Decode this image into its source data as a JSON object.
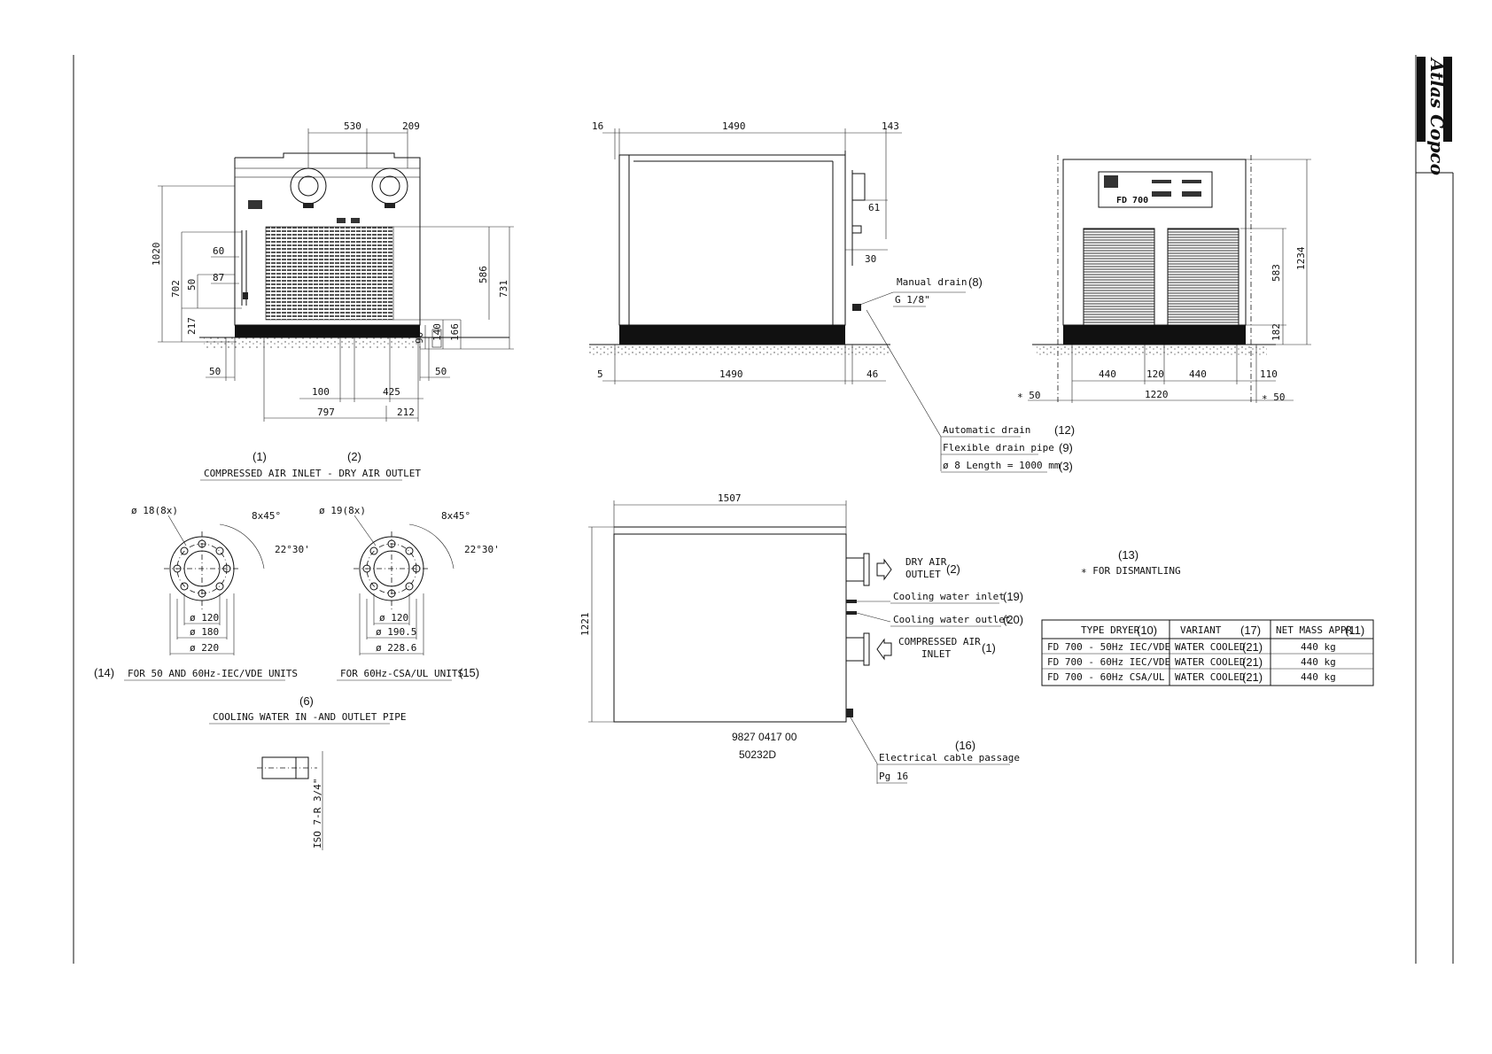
{
  "brand": {
    "logo_text": "Atlas Copco"
  },
  "front_view": {
    "dims": {
      "top_530": "530",
      "top_209": "209",
      "h_1020": "1020",
      "h_702": "702",
      "h_50": "50",
      "h_217": "217",
      "d_60": "60",
      "d_87": "87",
      "r_586": "586",
      "r_731": "731",
      "r_140": "140",
      "r_166": "166",
      "r_90": "90",
      "b_50l": "50",
      "b_50r": "50",
      "b_100": "100",
      "b_425": "425",
      "b_797": "797",
      "b_212": "212"
    },
    "labels": {
      "n1": "(1)",
      "n2": "(2)",
      "caption": "COMPRESSED AIR INLET - DRY AIR OUTLET"
    }
  },
  "side_view": {
    "dims": {
      "top_16": "16",
      "top_1490": "1490",
      "top_143": "143",
      "d_61": "61",
      "d_30": "30",
      "b_5": "5",
      "b_1490": "1490",
      "b_46": "46"
    },
    "manual_drain": {
      "label": "Manual drain",
      "num": "(8)",
      "thread": "G 1/8\""
    },
    "callouts": [
      {
        "text": "Automatic drain",
        "num": "(12)"
      },
      {
        "text": "Flexible drain pipe",
        "num": "(9)"
      },
      {
        "text": "ø 8 Length = 1000 mm",
        "num": "(3)"
      }
    ]
  },
  "right_view": {
    "panel_label": "FD 700",
    "dims": {
      "h_1234": "1234",
      "h_583": "583",
      "h_182": "182",
      "b_440a": "440",
      "b_120": "120",
      "b_440b": "440",
      "b_110": "110",
      "b_1220": "1220",
      "b_50l": "∗ 50",
      "b_50r": "∗ 50"
    }
  },
  "flanges": {
    "left": {
      "holes": "ø 18(8x)",
      "angle": "8x45°",
      "angle2": "22°30'",
      "d1": "ø 120",
      "d2": "ø 180",
      "d3": "ø 220",
      "num": "(14)",
      "caption": "FOR 50 AND 60Hz-IEC/VDE UNITS"
    },
    "right": {
      "holes": "ø 19(8x)",
      "angle": "8x45°",
      "angle2": "22°30'",
      "d1": "ø 120",
      "d2": "ø 190.5",
      "d3": "ø 228.6",
      "num": "(15)",
      "caption": "FOR 60Hz-CSA/UL UNITS"
    }
  },
  "pipe": {
    "num": "(6)",
    "caption": "COOLING WATER IN -AND OUTLET PIPE",
    "thread": "ISO 7-R 3/4\""
  },
  "top_view": {
    "dims": {
      "w_1507": "1507",
      "h_1221": "1221"
    },
    "dry_outlet": {
      "line1": "DRY AIR",
      "line2": "OUTLET",
      "num": "(2)"
    },
    "cw_inlet": {
      "text": "Cooling water inlet",
      "num": "(19)"
    },
    "cw_outlet": {
      "text": "Cooling water outlet",
      "num": "(20)"
    },
    "air_inlet": {
      "line1": "COMPRESSED AIR",
      "line2": "INLET",
      "num": "(1)"
    },
    "cable": {
      "num": "(16)",
      "text": "Electrical cable passage",
      "gland": "Pg 16"
    },
    "doc_no": "9827 0417 00",
    "rev": "50232D"
  },
  "dismantling": {
    "num": "(13)",
    "text": "∗ FOR DISMANTLING"
  },
  "table": {
    "headers": [
      {
        "text": "TYPE DRYER",
        "num": "(10)"
      },
      {
        "text": "VARIANT",
        "num": "(17)"
      },
      {
        "text": "NET MASS APPR",
        "num": "(11)"
      }
    ],
    "rows": [
      {
        "type": "FD 700 - 50Hz IEC/VDE",
        "variant": "WATER COOLED",
        "vnum": "(21)",
        "mass": "440 kg"
      },
      {
        "type": "FD 700 - 60Hz IEC/VDE",
        "variant": "WATER COOLED",
        "vnum": "(21)",
        "mass": "440 kg"
      },
      {
        "type": "FD 700 - 60Hz CSA/UL",
        "variant": "WATER COOLED",
        "vnum": "(21)",
        "mass": "440 kg"
      }
    ]
  }
}
